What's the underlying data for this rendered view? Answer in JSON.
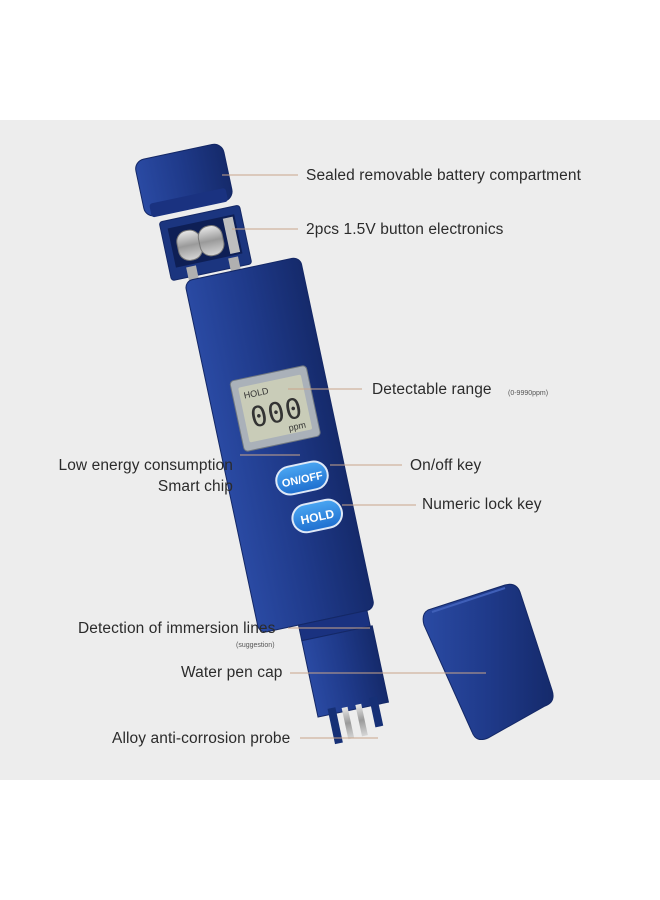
{
  "device": {
    "display": {
      "hold_text": "HOLD",
      "reading": "000",
      "unit": "ppm"
    },
    "buttons": {
      "onoff": "ON/OFF",
      "hold": "HOLD"
    }
  },
  "callouts": {
    "battery_compartment": "Sealed removable battery compartment",
    "batteries": "2pcs 1.5V button electronics",
    "detectable_range": "Detectable range",
    "detectable_range_note": "(0-9990ppm)",
    "low_energy_line1": "Low energy consumption",
    "low_energy_line2": "Smart chip",
    "onoff_key": "On/off key",
    "numeric_lock_key": "Numeric lock key",
    "immersion_lines": "Detection of immersion lines",
    "immersion_note": "(suggestion)",
    "pen_cap": "Water pen cap",
    "probe": "Alloy anti-corrosion probe"
  },
  "colors": {
    "body_blue": "#1f3a8a",
    "button_blue": "#2f8be0",
    "lcd": "#c9ccb8",
    "background": "#ededed"
  }
}
